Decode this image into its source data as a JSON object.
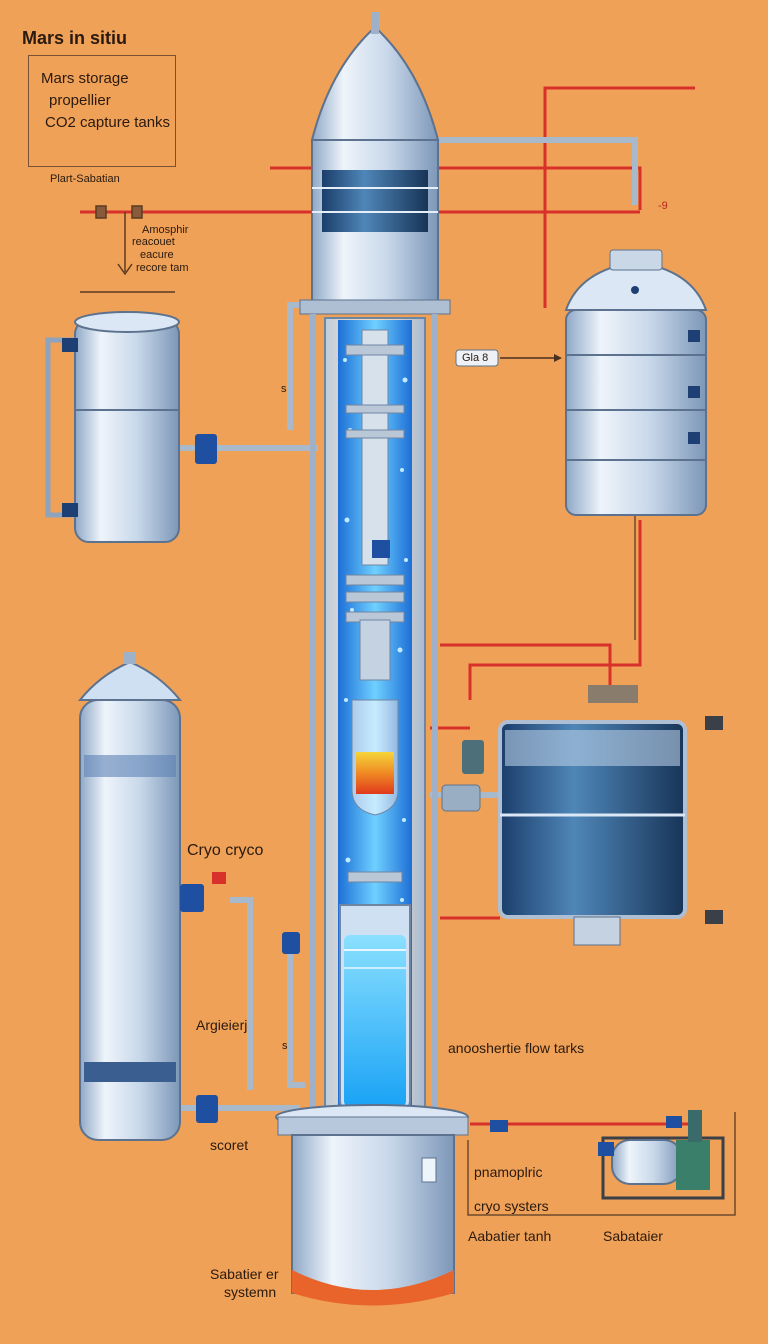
{
  "title": "Mars in sitiu",
  "legend_box": {
    "line1": "Mars storage",
    "line2": "propellier",
    "line3": "CO2 capture tanks"
  },
  "labels": {
    "plant": "Plart-Sabatian",
    "amosphir_1": "Amosphir",
    "amosphir_2": "reacouet",
    "amosphir_3": "eacure",
    "amosphir_4": "recore tam",
    "tag_right": "-9",
    "tag_left_s": "s",
    "gas_tag": "Gla 8",
    "cryo": "Cryo cryco",
    "argie": "Argieierj",
    "argie_s": "s",
    "scoret": "scoret",
    "flow": "anooshertie flow tarks",
    "pnamo": "pnamoplric",
    "cryo_sys": "cryo systers",
    "abatier": "Aabatier tanh",
    "sabatier_right": "Sabataier",
    "sab_sys_1": "Sabatier er",
    "sab_sys_2": "systemn"
  },
  "colors": {
    "background": "#efa157",
    "tank_light": "#cfe0f2",
    "tank_dark": "#1e4f8c",
    "pipe_red": "#d8302a",
    "fluid_blue": "#2aa7f0",
    "heat_red": "#e03a1c",
    "heat_yellow": "#f5d53a"
  }
}
